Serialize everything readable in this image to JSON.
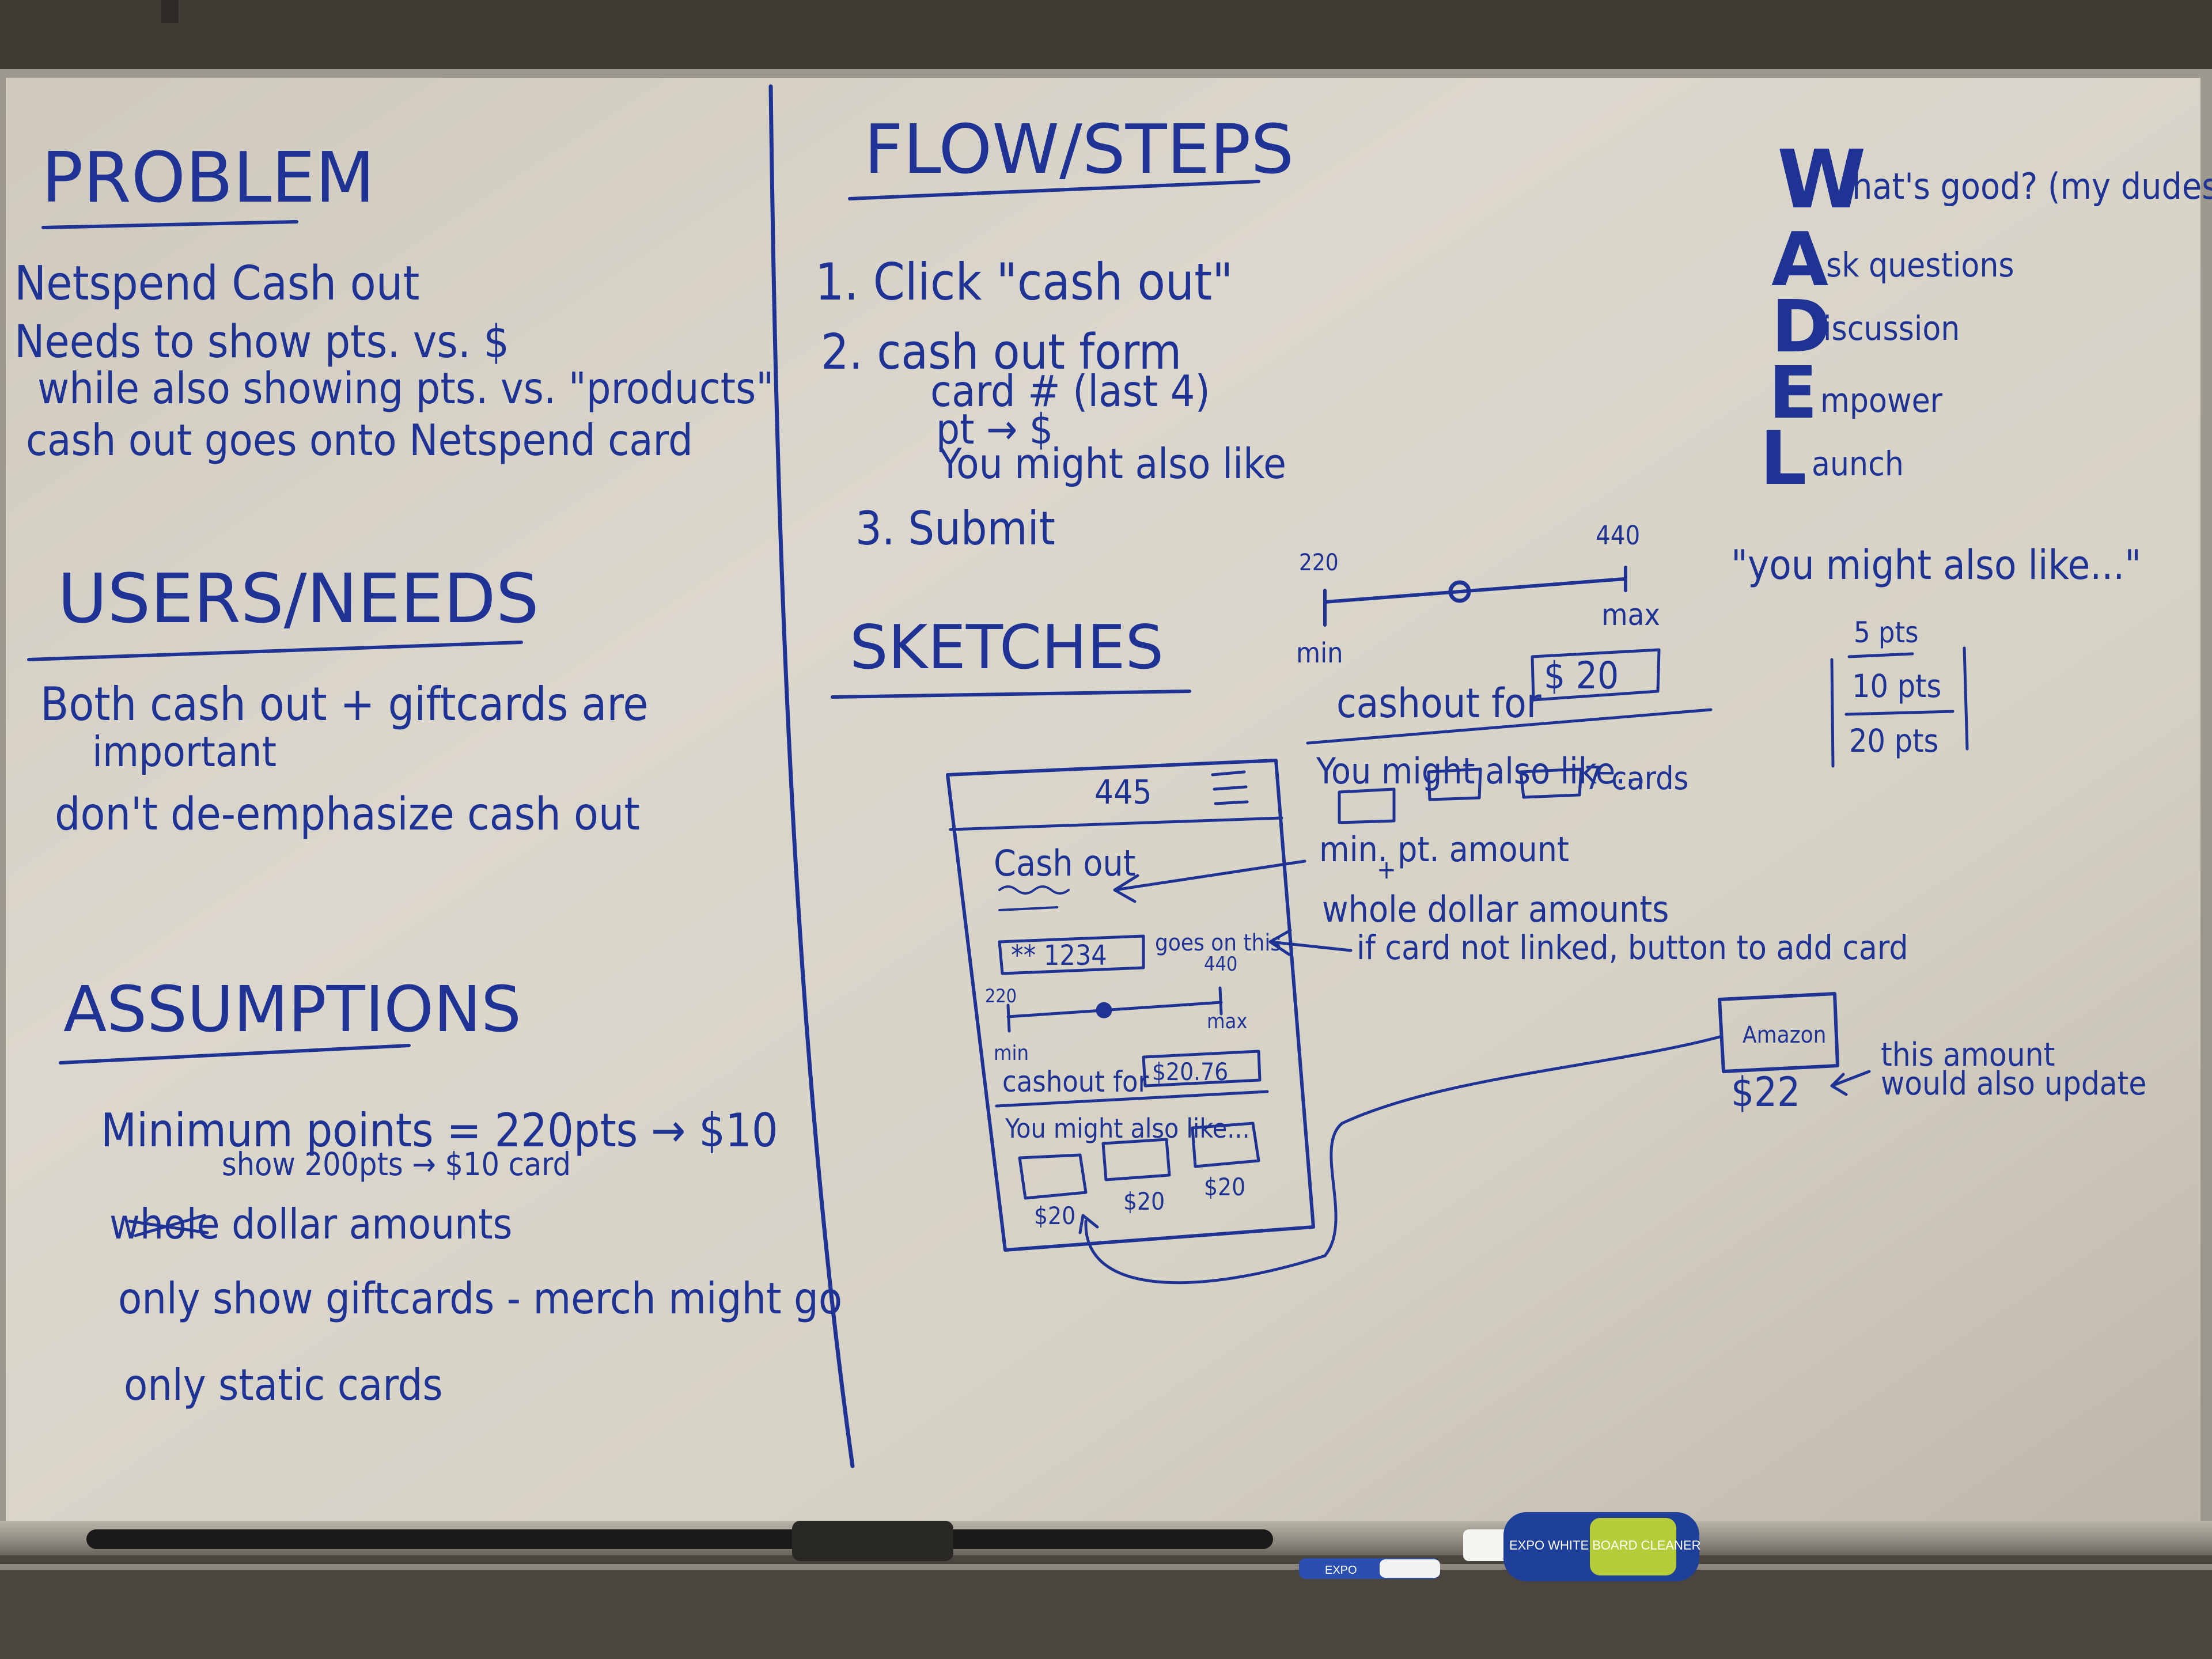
{
  "left": {
    "problem": {
      "heading": "PROBLEM",
      "bullets": [
        "Netspend Cash out",
        "Needs to show pts. vs. $",
        "while also showing pts. vs. \"products\"",
        "cash out goes onto Netspend card"
      ]
    },
    "users_needs": {
      "heading": "USERS/NEEDS",
      "bullets": [
        "Both cash out + giftcards are",
        "important",
        "don't de-emphasize cash out"
      ]
    },
    "assumptions": {
      "heading": "ASSUMPTIONS",
      "bullets": [
        "Minimum points = 220pts → $10",
        "show 200pts → $10 card",
        "whole dollar amounts",
        "only show giftcards - merch might go",
        "only static cards"
      ]
    }
  },
  "flow": {
    "heading": "FLOW/STEPS",
    "steps": [
      "1. Click \"cash out\"",
      "2. cash out form",
      "card # (last 4)",
      "pt → $",
      "You might also like",
      "3. Submit"
    ]
  },
  "sketches": {
    "heading": "SKETCHES",
    "slider": {
      "min_value": "220",
      "max_value": "440",
      "min_label": "min",
      "max_label": "max",
      "handle_fraction": 0.45
    },
    "cashout_for_label": "cashout for",
    "cashout_for_value": "$ 20",
    "you_might_also_like": "You might also like...",
    "cards_label": "7 cards",
    "notes": [
      "min. pt. amount",
      "+",
      "whole dollar amounts",
      "if card not linked, button to add card"
    ],
    "phone": {
      "points": "445",
      "cash_out_title": "Cash out",
      "card_field": "** 1234",
      "goes_on_this": "goes on this",
      "slider_min_value": "220",
      "slider_max_value": "440",
      "slider_min_label": "min",
      "slider_max_label": "max",
      "cashout_for_label": "cashout for",
      "cashout_for_value": "$20.76",
      "you_might_also_like": "You might also like...",
      "card_prices": [
        "$20",
        "$20",
        "$20"
      ]
    },
    "amazon_card": {
      "logo": "Amazon",
      "price": "$22",
      "note_line1": "this amount",
      "note_line2": "would also update"
    }
  },
  "wadel": {
    "title_rest": "hat's good? (my dudes)",
    "letters": [
      "W",
      "A",
      "D",
      "E",
      "L"
    ],
    "words": [
      "sk questions",
      "iscussion",
      "mpower",
      "aunch"
    ],
    "quote": "\"you might also like...\"",
    "options": [
      "5 pts",
      "10 pts",
      "20 pts"
    ]
  },
  "tray": {
    "marker_label": "EXPO",
    "eraser_label": "EXPO WHITE BOARD CLEANER"
  }
}
